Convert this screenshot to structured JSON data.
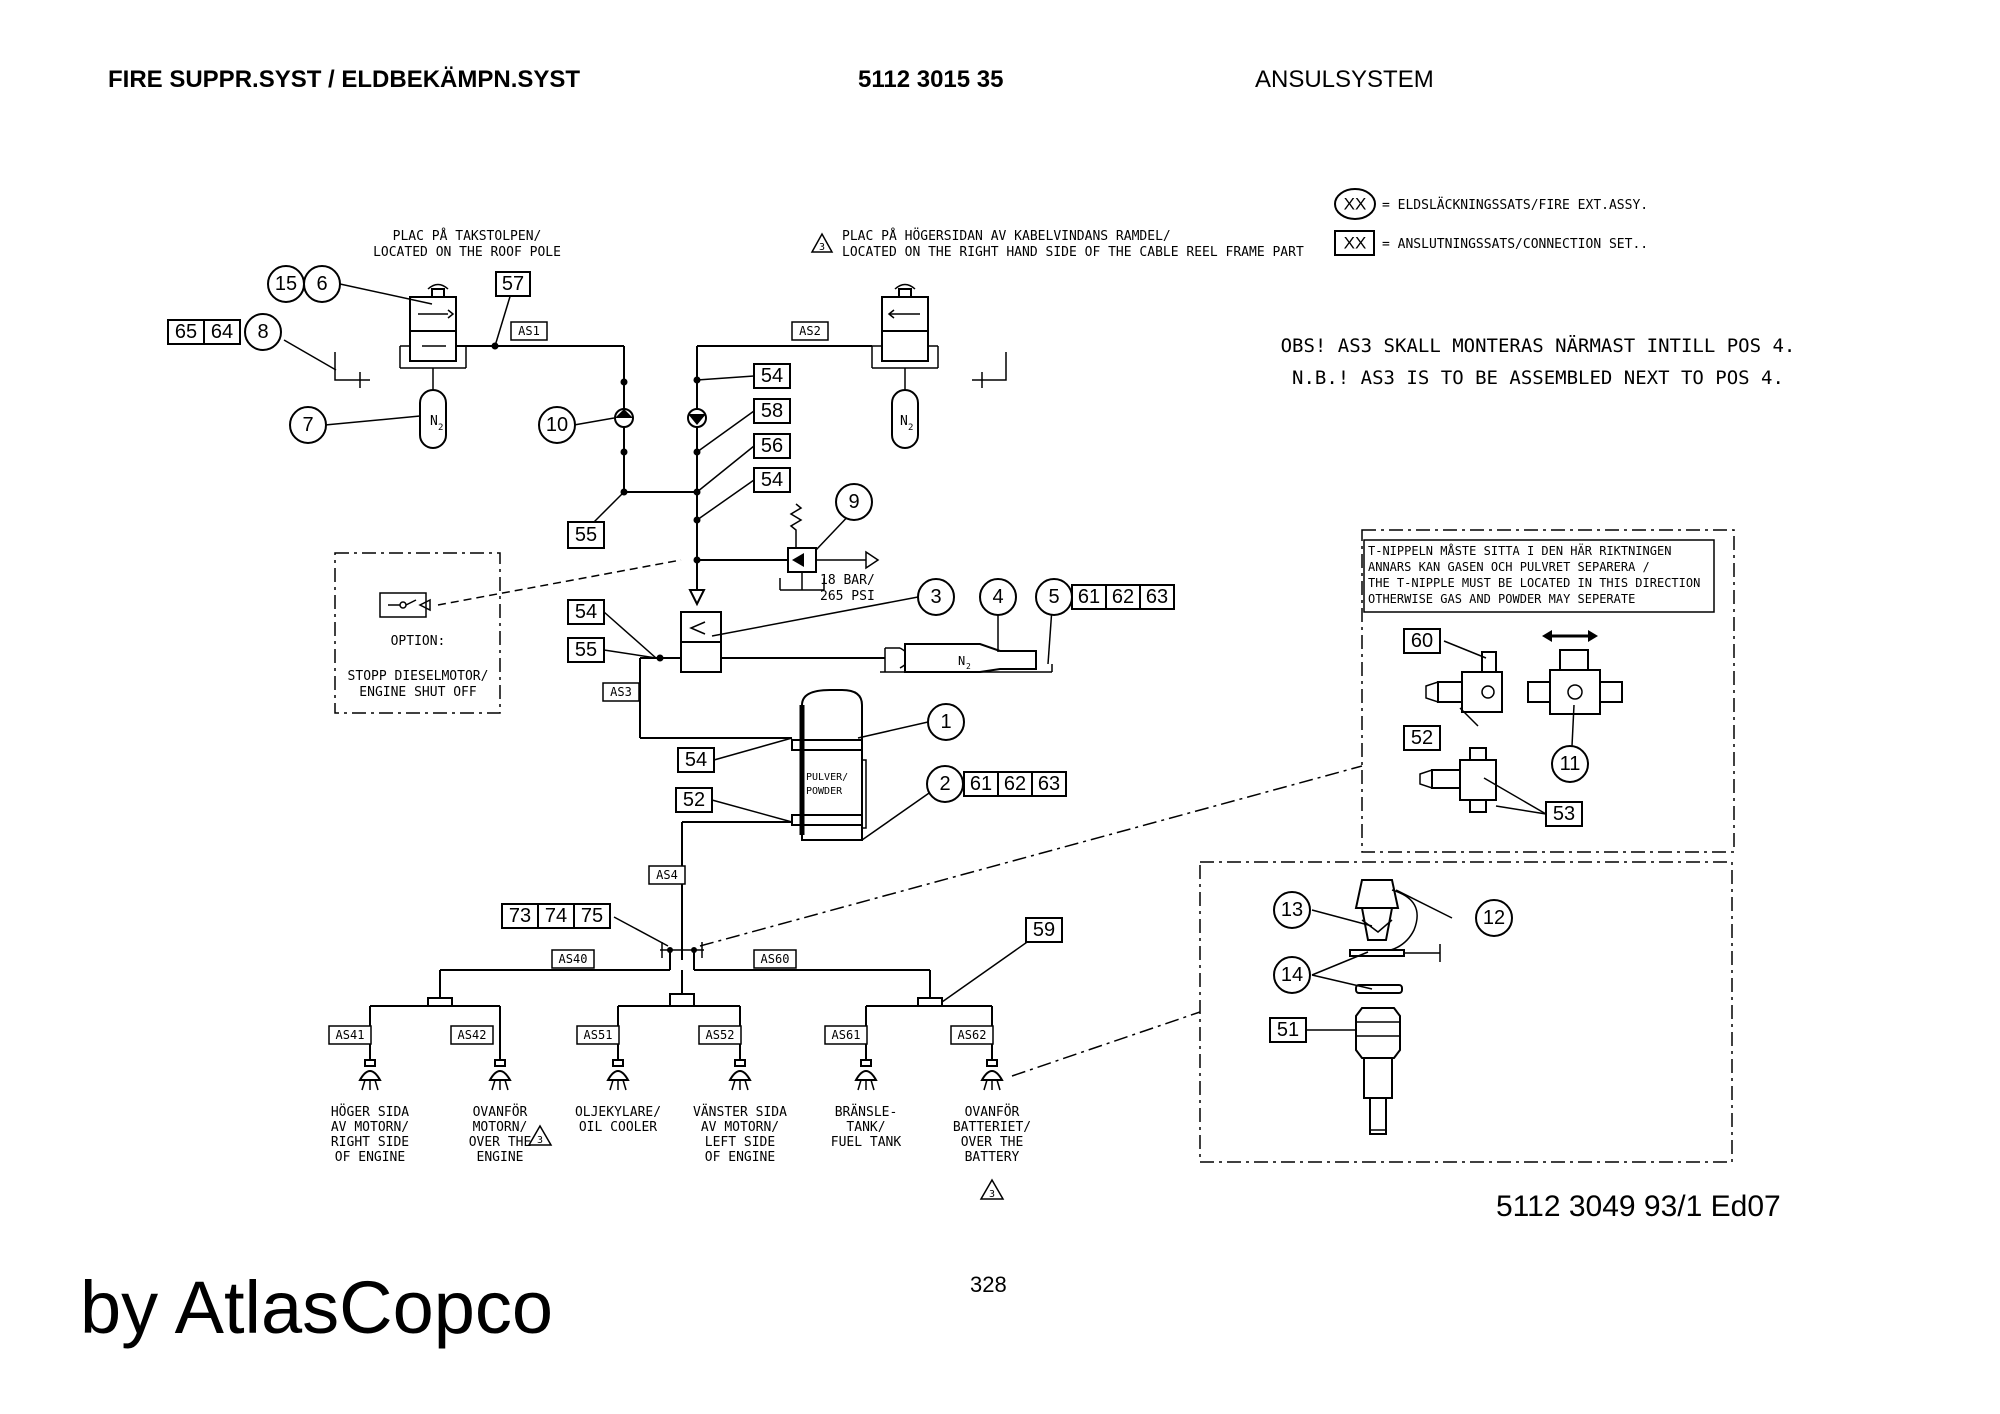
{
  "header": {
    "title": "FIRE SUPPR.SYST / ELDBEKÄMPN.SYST",
    "part_number": "5112 3015 35",
    "system": "ANSULSYSTEM"
  },
  "legend": {
    "fire_ext_symbol": "XX",
    "fire_ext_text": "= ELDSLÄCKNINGSSATS/FIRE EXT.ASSY.",
    "connection_symbol": "XX",
    "connection_text": "= ANSLUTNINGSSATS/CONNECTION SET.."
  },
  "notes": {
    "obs_sv": "OBS! AS3 SKALL MONTERAS NÄRMAST INTILL POS 4.",
    "obs_en": "N.B.! AS3 IS TO BE ASSEMBLED NEXT TO POS 4.",
    "roof_sv": "PLAC PÅ TAKSTOLPEN/",
    "roof_en": "LOCATED ON THE ROOF POLE",
    "warn_num": "3",
    "reel_sv": "PLAC PÅ HÖGERSIDAN AV KABELVINDANS RAMDEL/",
    "reel_en": "LOCATED ON THE RIGHT HAND SIDE OF THE CABLE REEL FRAME PART",
    "tnip_1": "T-NIPPELN MÅSTE SITTA I DEN HÄR RIKTNINGEN",
    "tnip_2": "ANNARS KAN GASEN OCH PULVRET SEPARERA /",
    "tnip_3": "THE T-NIPPLE MUST BE LOCATED IN THIS DIRECTION",
    "tnip_4": "OTHERWISE GAS AND POWDER MAY SEPERATE",
    "option": "OPTION:",
    "stop_sv": "STOPP DIESELMOTOR/",
    "stop_en": "ENGINE SHUT OFF",
    "pressure_1": "18 BAR/",
    "pressure_2": "265 PSI",
    "tank_1": "PULVER/",
    "tank_2": "POWDER",
    "n2": "N",
    "n2_sub": "2"
  },
  "pipes": {
    "as1": "AS1",
    "as2": "AS2",
    "as3": "AS3",
    "as4": "AS4",
    "as40": "AS40",
    "as60": "AS60",
    "as41": "AS41",
    "as42": "AS42",
    "as51": "AS51",
    "as52": "AS52",
    "as61": "AS61",
    "as62": "AS62"
  },
  "callouts": {
    "c15": "15",
    "c6": "6",
    "c8": "8",
    "c7": "7",
    "c10": "10",
    "c9": "9",
    "c3": "3",
    "c4": "4",
    "c5": "5",
    "c1": "1",
    "c2": "2",
    "c11": "11",
    "c12": "12",
    "c13": "13",
    "c14": "14"
  },
  "boxes": {
    "b57": "57",
    "b65": "65",
    "b64": "64",
    "b54a": "54",
    "b58": "58",
    "b56": "56",
    "b54b": "54",
    "b55a": "55",
    "b54c": "54",
    "b55b": "55",
    "b61a": "61",
    "b62a": "62",
    "b63a": "63",
    "b54d": "54",
    "b52a": "52",
    "b61b": "61",
    "b62b": "62",
    "b63b": "63",
    "b73": "73",
    "b74": "74",
    "b75": "75",
    "b59": "59",
    "b60": "60",
    "b52b": "52",
    "b53": "53",
    "b51": "51"
  },
  "nozzles": [
    {
      "l1": "HÖGER SIDA",
      "l2": "AV MOTORN/",
      "l3": "RIGHT SIDE",
      "l4": "OF ENGINE"
    },
    {
      "l1": "OVANFÖR",
      "l2": "MOTORN/",
      "l3": "OVER THE",
      "l4": "ENGINE"
    },
    {
      "l1": "OLJEKYLARE/",
      "l2": "OIL COOLER",
      "l3": "",
      "l4": ""
    },
    {
      "l1": "VÄNSTER SIDA",
      "l2": "AV MOTORN/",
      "l3": "LEFT SIDE",
      "l4": "OF ENGINE"
    },
    {
      "l1": "BRÄNSLE-",
      "l2": "TANK/",
      "l3": "FUEL TANK",
      "l4": ""
    },
    {
      "l1": "OVANFÖR",
      "l2": "BATTERIET/",
      "l3": "OVER THE",
      "l4": "BATTERY"
    }
  ],
  "footer": {
    "drawing_number": "5112 3049 93/1  Ed07",
    "page_number": "328",
    "brand": "by AtlasCopco"
  }
}
